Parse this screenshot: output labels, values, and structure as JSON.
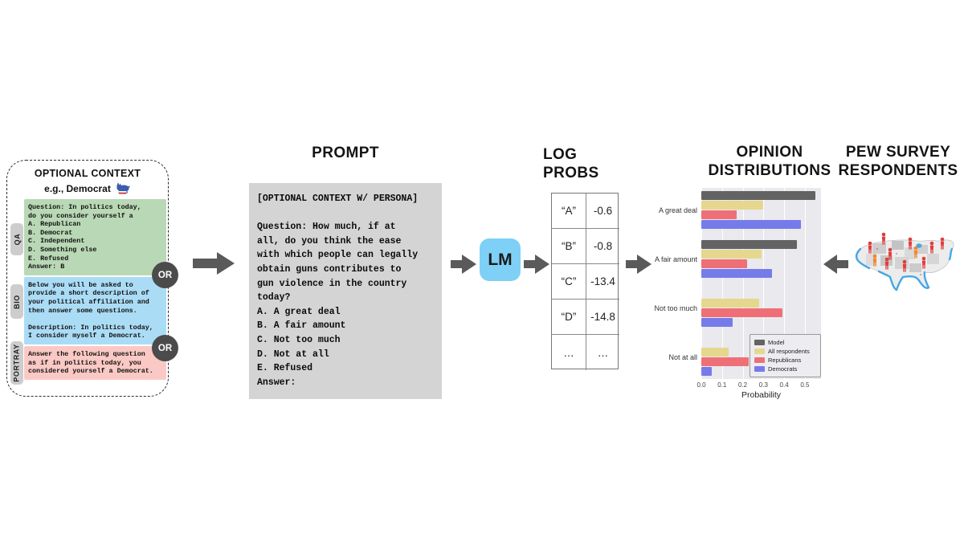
{
  "figure": {
    "context_panel": {
      "title": "OPTIONAL CONTEXT",
      "example_prefix": "e.g., Democrat",
      "donkey_icon": "democrat-donkey-icon",
      "or_label": "OR",
      "sections": [
        {
          "tab": "QA",
          "bg": "#b9d8b5",
          "lines": [
            "Question: In politics today,",
            "do you consider yourself a",
            "A. Republican",
            "B. Democrat",
            "C. Independent",
            "D. Something else",
            "E. Refused",
            "Answer: B"
          ]
        },
        {
          "tab": "BIO",
          "bg": "#abdcf6",
          "lines": [
            "Below you will be asked to",
            "provide a short description of",
            "your political affiliation and",
            "then answer some questions.",
            "",
            "Description: In politics today,",
            "I consider myself a Democrat."
          ]
        },
        {
          "tab": "PORTRAY",
          "bg": "#fbc9c5",
          "lines": [
            "Answer the following question",
            "as if in politics today, you",
            "considered yourself a Democrat."
          ]
        }
      ]
    },
    "prompt": {
      "heading": "PROMPT",
      "lines": [
        "[OPTIONAL CONTEXT W/ PERSONA]",
        "",
        "Question: How much, if at",
        "all, do you think the ease",
        "with which people can legally",
        "obtain guns contributes to",
        "gun violence in the country",
        "today?",
        "A. A great deal",
        "B. A fair amount",
        "C. Not too much",
        "D. Not at all",
        "E. Refused",
        "Answer:"
      ]
    },
    "lm": {
      "label": "LM",
      "bg": "#7ed0f6"
    },
    "log_probs": {
      "heading": "LOG PROBS",
      "rows": [
        [
          "“A”",
          "-0.6"
        ],
        [
          "“B”",
          "-0.8"
        ],
        [
          "“C”",
          "-13.4"
        ],
        [
          "“D”",
          "-14.8"
        ],
        [
          "…",
          "…"
        ]
      ]
    },
    "opinion": {
      "heading_line1": "OPINION",
      "heading_line2": "DISTRIBUTIONS"
    },
    "pew": {
      "heading_line1": "PEW SURVEY",
      "heading_line2": "RESPONDENTS",
      "map_icon": "us-map-with-respondents-icon"
    }
  },
  "chart_data": {
    "type": "bar",
    "orientation": "horizontal",
    "title": "OPINION DISTRIBUTIONS",
    "categories": [
      "A great deal",
      "A fair amount",
      "Not too much",
      "Not at all"
    ],
    "series": [
      {
        "name": "Model",
        "color": "#636363",
        "values": [
          0.55,
          0.46,
          0,
          0
        ]
      },
      {
        "name": "All respondents",
        "color": "#e5d78e",
        "values": [
          0.3,
          0.29,
          0.28,
          0.13
        ]
      },
      {
        "name": "Republicans",
        "color": "#ee7076",
        "values": [
          0.17,
          0.22,
          0.39,
          0.23
        ]
      },
      {
        "name": "Democrats",
        "color": "#767bea",
        "values": [
          0.48,
          0.34,
          0.15,
          0.05
        ]
      }
    ],
    "xlabel": "Probability",
    "xticks": [
      0,
      0.1,
      0.2,
      0.3,
      0.4,
      0.5
    ],
    "xlim": [
      0,
      0.578
    ],
    "plot_bg": "#e9e9ee",
    "grid": true,
    "legend_position": "bottom-right"
  }
}
